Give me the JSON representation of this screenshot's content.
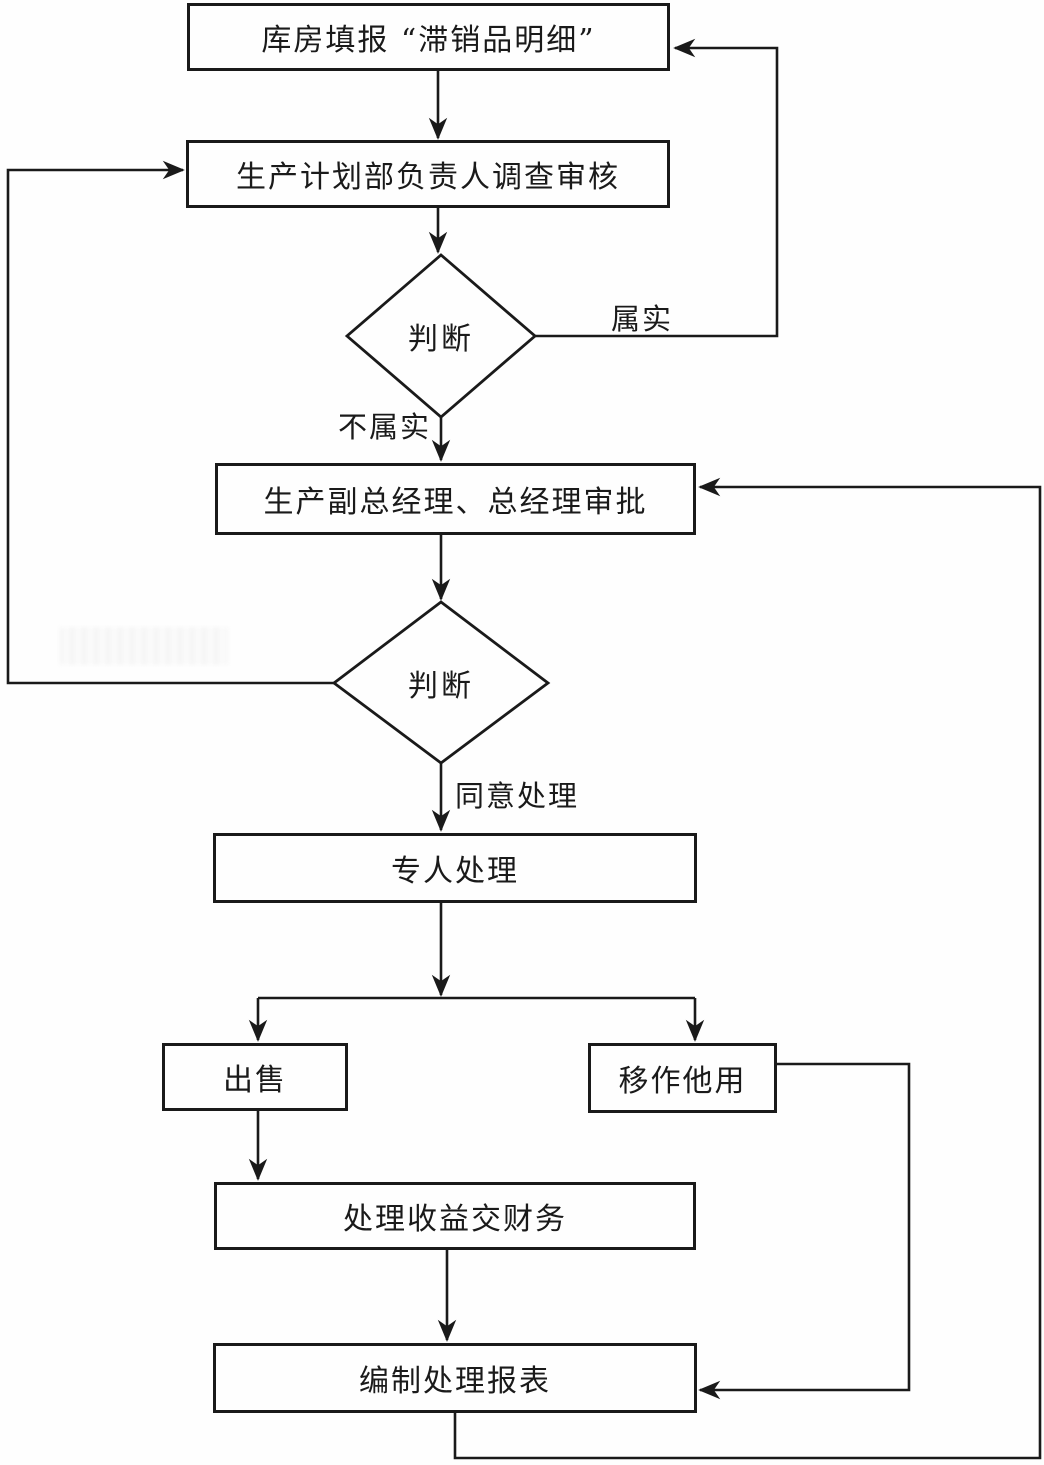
{
  "diagram": {
    "title_hint": "滞销品处理流程图",
    "background_color": "#fefefe",
    "line_color": "#1a1a1a",
    "nodes": [
      {
        "id": "warehouse-report",
        "type": "process",
        "label": "库房填报 “滞销品明细”"
      },
      {
        "id": "planning-review",
        "type": "process",
        "label": "生产计划部负责人调查审核"
      },
      {
        "id": "decision-1",
        "type": "decision",
        "label": "判断"
      },
      {
        "id": "gm-approval",
        "type": "process",
        "label": "生产副总经理、总经理审批"
      },
      {
        "id": "decision-2",
        "type": "decision",
        "label": "判断"
      },
      {
        "id": "dedicated-handling",
        "type": "process",
        "label": "专人处理"
      },
      {
        "id": "sell",
        "type": "process",
        "label": "出售"
      },
      {
        "id": "repurpose",
        "type": "process",
        "label": "移作他用"
      },
      {
        "id": "proceeds-to-finance",
        "type": "process",
        "label": "处理收益交财务"
      },
      {
        "id": "report-preparation",
        "type": "process",
        "label": "编制处理报表"
      }
    ],
    "edge_labels": [
      {
        "id": "verified",
        "text": "属实"
      },
      {
        "id": "not-verified",
        "text": "不属实"
      },
      {
        "id": "approved",
        "text": "同意处理"
      }
    ]
  }
}
